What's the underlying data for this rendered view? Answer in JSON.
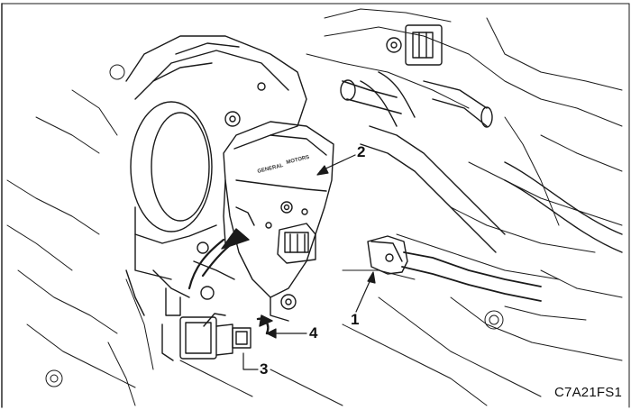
{
  "figure": {
    "code": "C7A21FS1",
    "embossed_text": [
      "GENERAL",
      "MOTORS"
    ],
    "callouts": {
      "one": "1",
      "two": "2",
      "three": "3",
      "four": "4"
    }
  }
}
